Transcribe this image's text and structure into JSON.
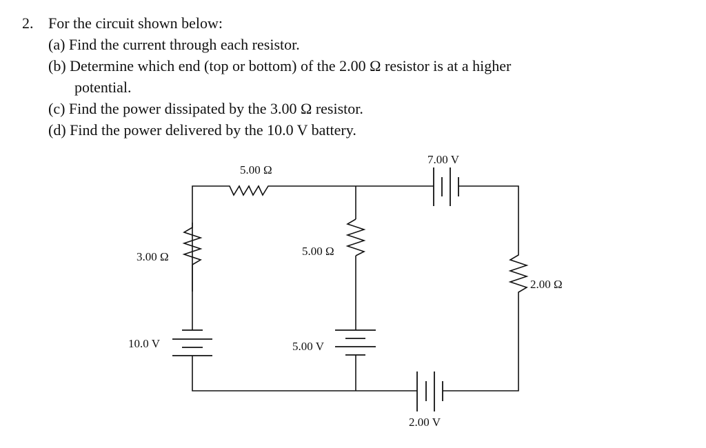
{
  "problem": {
    "number": "2.",
    "intro": "For the circuit shown below:",
    "parts": [
      {
        "label": "(a)",
        "text": "Find the current through each resistor."
      },
      {
        "label": "(b)",
        "text": "Determine which end (top or bottom) of the 2.00 Ω resistor is at a higher",
        "continuation": "potential."
      },
      {
        "label": "(c)",
        "text": "Find the power dissipated by the 3.00 Ω resistor."
      },
      {
        "label": "(d)",
        "text": "Find the power delivered by the 10.0 V battery."
      }
    ]
  },
  "circuit": {
    "resistors": {
      "top": "5.00 Ω",
      "left": "3.00 Ω",
      "middle": "5.00 Ω",
      "right": "2.00 Ω"
    },
    "batteries": {
      "top_right": "7.00 V",
      "left": "10.0 V",
      "middle": "5.00 V",
      "bottom": "2.00 V"
    }
  }
}
